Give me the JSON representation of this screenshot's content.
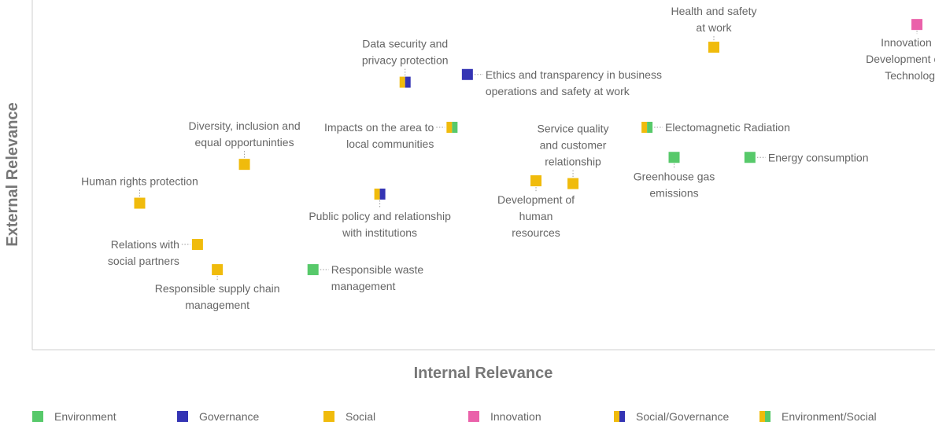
{
  "colors": {
    "environment": "#57c96a",
    "governance": "#3434b4",
    "social": "#f0bb0c",
    "innovation": "#ea61aa",
    "axis": "#cfcfcf",
    "leader": "#9a9a9a",
    "text": "#666666"
  },
  "chart_data": {
    "type": "scatter",
    "xlabel": "Internal Relevance",
    "ylabel": "External Relevance",
    "grid": false,
    "legend_position": "bottom",
    "categories": [
      {
        "key": "environment",
        "name": "Environment",
        "colors": [
          "environment"
        ]
      },
      {
        "key": "governance",
        "name": "Governance",
        "colors": [
          "governance"
        ]
      },
      {
        "key": "social",
        "name": "Social",
        "colors": [
          "social"
        ]
      },
      {
        "key": "innovation",
        "name": "Innovation",
        "colors": [
          "innovation"
        ]
      },
      {
        "key": "social_governance",
        "name": "Social/Governance",
        "colors": [
          "social",
          "governance"
        ]
      },
      {
        "key": "environment_social",
        "name": "Environment/Social",
        "colors": [
          "social",
          "environment"
        ]
      }
    ],
    "points": [
      {
        "id": "health-safety",
        "label": [
          "Health and safety",
          "at work"
        ],
        "category": "social",
        "x": 75.5,
        "y": 86.5
      },
      {
        "id": "innovation-tech",
        "label": [
          "Innovation and",
          "Development of New",
          "Technologies"
        ],
        "category": "innovation",
        "x": 98.0,
        "y": 93.0
      },
      {
        "id": "data-security",
        "label": [
          "Data security and",
          "privacy protection"
        ],
        "category": "social_governance",
        "x": 41.3,
        "y": 76.5
      },
      {
        "id": "ethics",
        "label": [
          "Ethics and transparency in business",
          "operations and safety at work"
        ],
        "category": "governance",
        "x": 48.2,
        "y": 78.7
      },
      {
        "id": "diversity",
        "label": [
          "Diversity, inclusion and",
          "equal opportuninties"
        ],
        "category": "social",
        "x": 23.5,
        "y": 53.0
      },
      {
        "id": "impacts-area",
        "label": [
          "Impacts on the area to",
          "local communities"
        ],
        "category": "environment_social",
        "x": 46.5,
        "y": 63.6
      },
      {
        "id": "service-quality",
        "label": [
          "Service quality",
          "and customer",
          "relationship"
        ],
        "category": "social",
        "x": 59.9,
        "y": 47.5
      },
      {
        "id": "electromagnetic",
        "label": [
          "Electomagnetic Radiation"
        ],
        "category": "environment_social",
        "x": 68.1,
        "y": 63.6
      },
      {
        "id": "greenhouse",
        "label": [
          "Greenhouse gas",
          "emissions"
        ],
        "category": "environment",
        "x": 71.1,
        "y": 55.0
      },
      {
        "id": "energy",
        "label": [
          "Energy consumption"
        ],
        "category": "environment",
        "x": 79.5,
        "y": 55.0
      },
      {
        "id": "human-rights",
        "label": [
          "Human rights protection"
        ],
        "category": "social",
        "x": 11.9,
        "y": 41.9
      },
      {
        "id": "public-policy",
        "label": [
          "Public policy and relationship",
          "with institutions"
        ],
        "category": "social_governance",
        "x": 38.5,
        "y": 44.5
      },
      {
        "id": "human-resources",
        "label": [
          "Development of",
          "human",
          "resources"
        ],
        "category": "social",
        "x": 55.8,
        "y": 48.3
      },
      {
        "id": "social-partners",
        "label": [
          "Relations with",
          "social partners"
        ],
        "category": "social",
        "x": 18.3,
        "y": 30.1
      },
      {
        "id": "supply-chain",
        "label": [
          "Responsible supply chain",
          "management"
        ],
        "category": "social",
        "x": 20.5,
        "y": 22.9
      },
      {
        "id": "waste",
        "label": [
          "Responsible waste",
          "management"
        ],
        "category": "environment",
        "x": 31.1,
        "y": 22.9
      }
    ]
  }
}
